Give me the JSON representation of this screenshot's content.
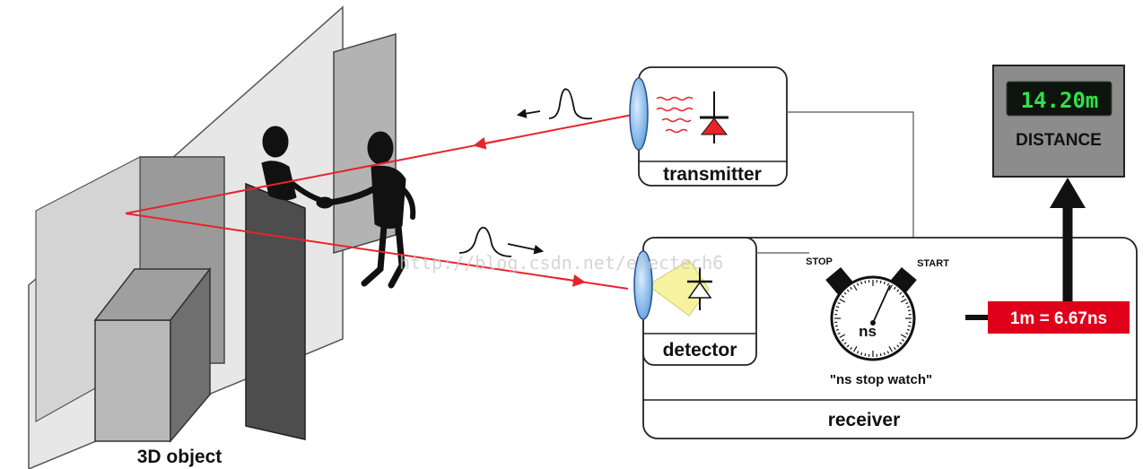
{
  "object_label": "3D object",
  "transmitter_label": "transmitter",
  "detector_label": "detector",
  "receiver_label": "receiver",
  "stopwatch": {
    "caption": "\"ns stop watch\"",
    "face_text": "ns",
    "stop_label": "STOP",
    "start_label": "START"
  },
  "conversion_label": "1m = 6.67ns",
  "distance_display": {
    "reading": "14.20m",
    "title": "DISTANCE"
  },
  "watermark": "http://blog.csdn.net/electech6",
  "colors": {
    "beam": "#e8232b",
    "conversion_bg": "#e0001a",
    "lcd_bg": "#0d130d",
    "lcd_text": "#2fe04a",
    "display_body": "#8c8c8c",
    "detector_cone": "#f6f3a0"
  }
}
